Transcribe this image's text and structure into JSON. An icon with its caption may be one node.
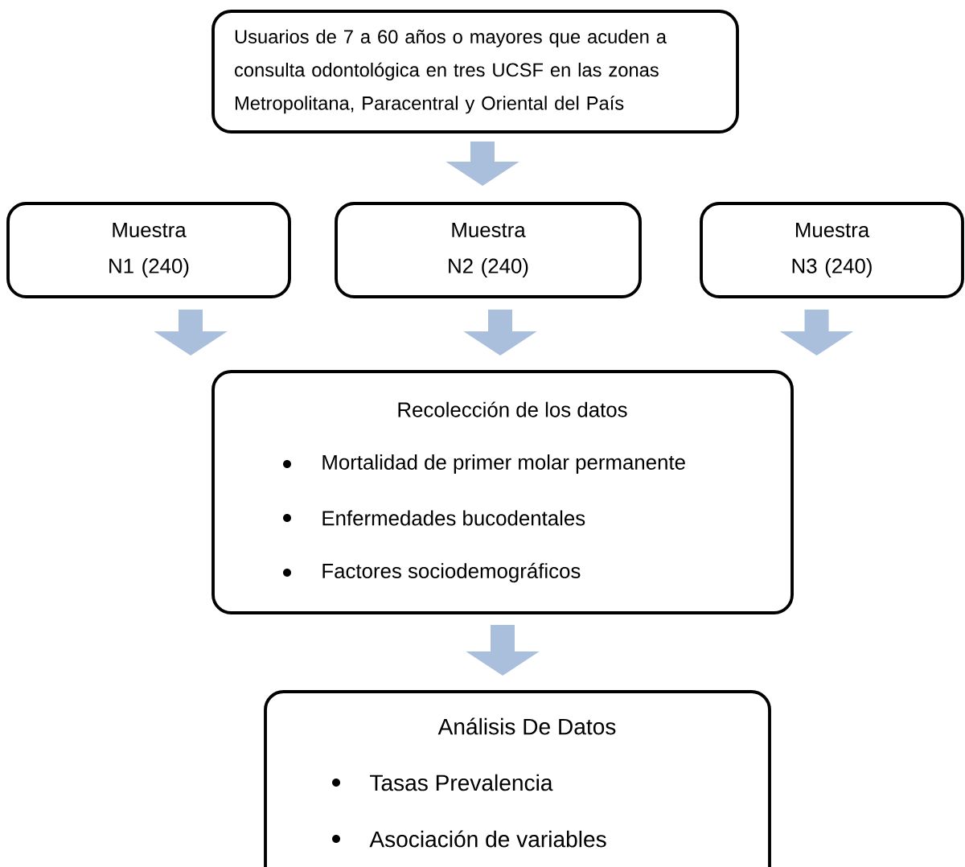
{
  "diagram": {
    "nodes": [
      {
        "text": [
          "Usuarios de 7 a  60 años o mayores  que acuden a consulta odontológica  en tres UCSF en las zonas Metropolitana, Paracentral y Oriental del País"
        ]
      },
      {
        "text": [
          "Muestra N1 (240)"
        ]
      },
      {
        "text": [
          "Muestra N2 (240)"
        ]
      },
      {
        "text": [
          "Muestra N3 (240)"
        ]
      },
      {
        "text": [
          "Recolección de los datos",
          "Mortalidad de primer molar permanente",
          "Enfermedades bucodentales",
          "Factores sociodemográficos"
        ]
      },
      {
        "text": [
          "Análisis De Datos",
          "Tasas Prevalencia",
          "Asociación de variables"
        ]
      }
    ],
    "edges": [
      {
        "from": 0,
        "to": 2,
        "arrow": "to"
      },
      {
        "from": 1,
        "to": 4,
        "arrow": "to"
      },
      {
        "from": 2,
        "to": 4,
        "arrow": "to"
      },
      {
        "from": 3,
        "to": 4,
        "arrow": "to"
      },
      {
        "from": 4,
        "to": 5,
        "arrow": "to"
      }
    ]
  }
}
